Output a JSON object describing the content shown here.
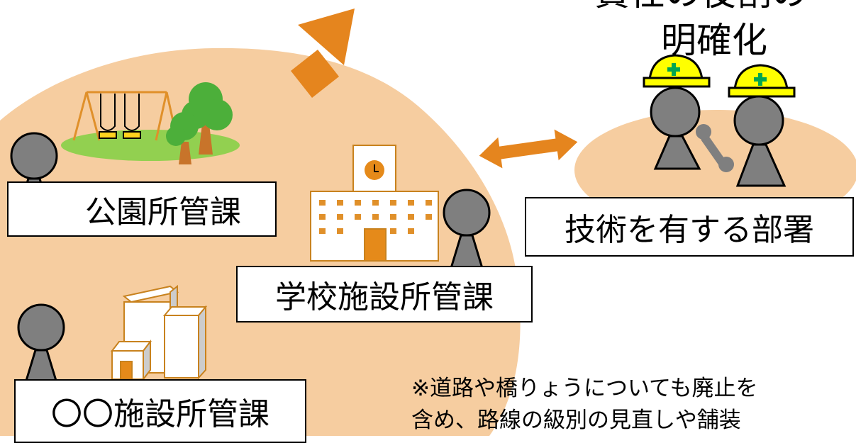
{
  "header": {
    "line1_partial": "責任の役割の",
    "line2": "明確化"
  },
  "departments": {
    "park": "公園所管課",
    "school": "学校施設所管課",
    "other": "〇〇施設所管課",
    "tech": "技術を有する部署"
  },
  "note": {
    "line1": "※道路や橋りょうについても廃止を",
    "line2": "含め、路線の級別の見直しや舗装"
  },
  "colors": {
    "blob": "#f6cda0",
    "arrow": "#e5851e",
    "person": "#7f7f7f",
    "helmet": "#ffff00",
    "cross": "#00a651",
    "grass": "#92d050",
    "tree": "#4caf3a",
    "trunk": "#c8742a",
    "building_outline": "#c8821e",
    "door": "#e58a1a"
  },
  "icons": [
    "swing-icon",
    "tree-icon",
    "school-building-icon",
    "clock-icon",
    "buildings-icon",
    "person-icon",
    "helmet-icon",
    "wrench-icon",
    "arrow-up-right-icon",
    "double-arrow-icon"
  ]
}
